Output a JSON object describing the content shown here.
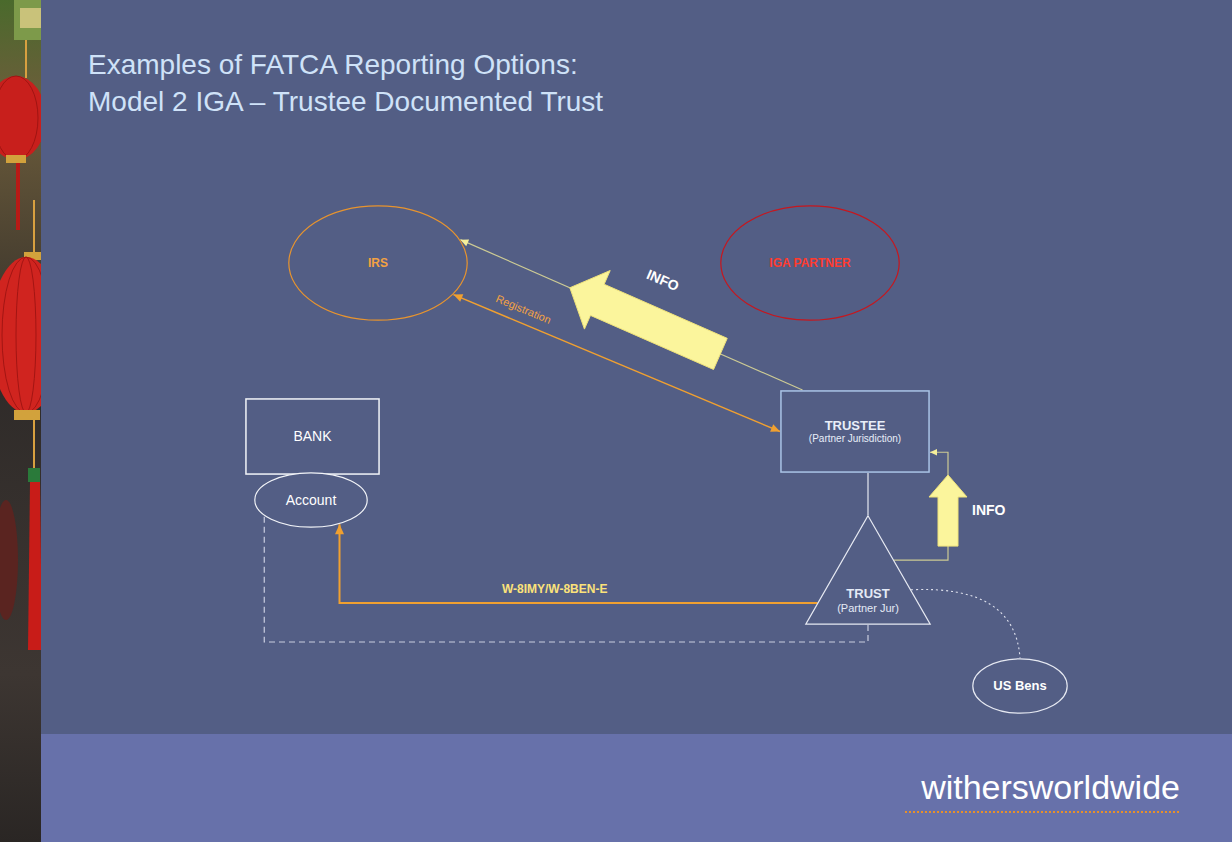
{
  "diagram": {
    "title": "Examples of FATCA Reporting Options: Model 2 IGA – Trustee Documented Trust",
    "nodes": [
      {
        "text": [
          "IRS"
        ]
      },
      {
        "text": [
          "IGA PARTNER"
        ]
      },
      {
        "text": [
          "BANK"
        ]
      },
      {
        "text": [
          "Account"
        ]
      },
      {
        "text": [
          "TRUSTEE",
          "(Partner Jurisdiction)"
        ]
      },
      {
        "text": [
          "TRUST",
          "(Partner Jur)"
        ]
      },
      {
        "text": [
          "US Bens"
        ]
      }
    ],
    "edges": [
      {
        "from": 4,
        "to": 0,
        "label": "Registration",
        "arrow": "both"
      },
      {
        "from": 4,
        "to": 0,
        "label": "INFO",
        "arrow": "to"
      },
      {
        "from": 4,
        "to": 5,
        "arrow": "none"
      },
      {
        "from": 5,
        "to": 4,
        "label": "INFO",
        "arrow": "to"
      },
      {
        "from": 5,
        "to": 3,
        "label": "W-8IMY/W-8BEN-E",
        "arrow": "to"
      },
      {
        "from": 5,
        "to": 3,
        "arrow": "none"
      },
      {
        "from": 5,
        "to": 6,
        "arrow": "none"
      }
    ],
    "labels": [
      "withersworldwide"
    ]
  }
}
